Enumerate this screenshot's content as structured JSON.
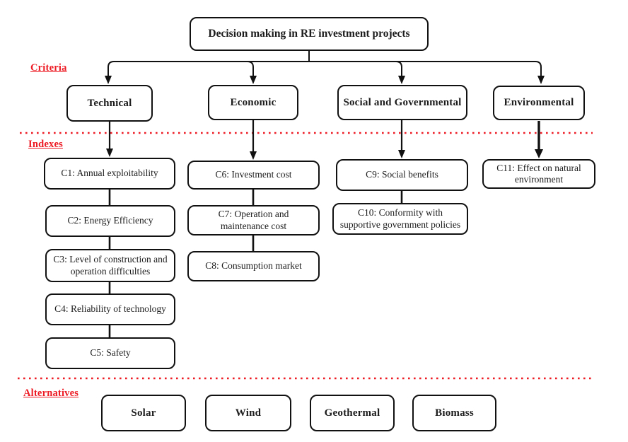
{
  "palette": {
    "accent_red": "#ed1b24",
    "line_black": "#111111",
    "box_background": "#ffffff",
    "text_color": "#1c1c1c"
  },
  "root": {
    "label": "Decision making in RE investment projects"
  },
  "sections": {
    "criteria_label": "Criteria",
    "indexes_label": "Indexes",
    "alternatives_label": "Alternatives"
  },
  "criteria": [
    {
      "label": "Technical"
    },
    {
      "label": "Economic"
    },
    {
      "label": "Social and Governmental"
    },
    {
      "label": "Environmental"
    }
  ],
  "indexes": {
    "technical": [
      "C1: Annual exploitability",
      "C2: Energy Efficiency",
      "C3: Level of construction and operation difficulties",
      "C4: Reliability of technology",
      "C5: Safety"
    ],
    "economic": [
      "C6: Investment cost",
      "C7: Operation and maintenance cost",
      "C8: Consumption market"
    ],
    "social": [
      "C9: Social benefits",
      "C10: Conformity with supportive government policies"
    ],
    "environmental": [
      "C11: Effect on natural environment"
    ]
  },
  "alternatives": [
    "Solar",
    "Wind",
    "Geothermal",
    "Biomass"
  ]
}
